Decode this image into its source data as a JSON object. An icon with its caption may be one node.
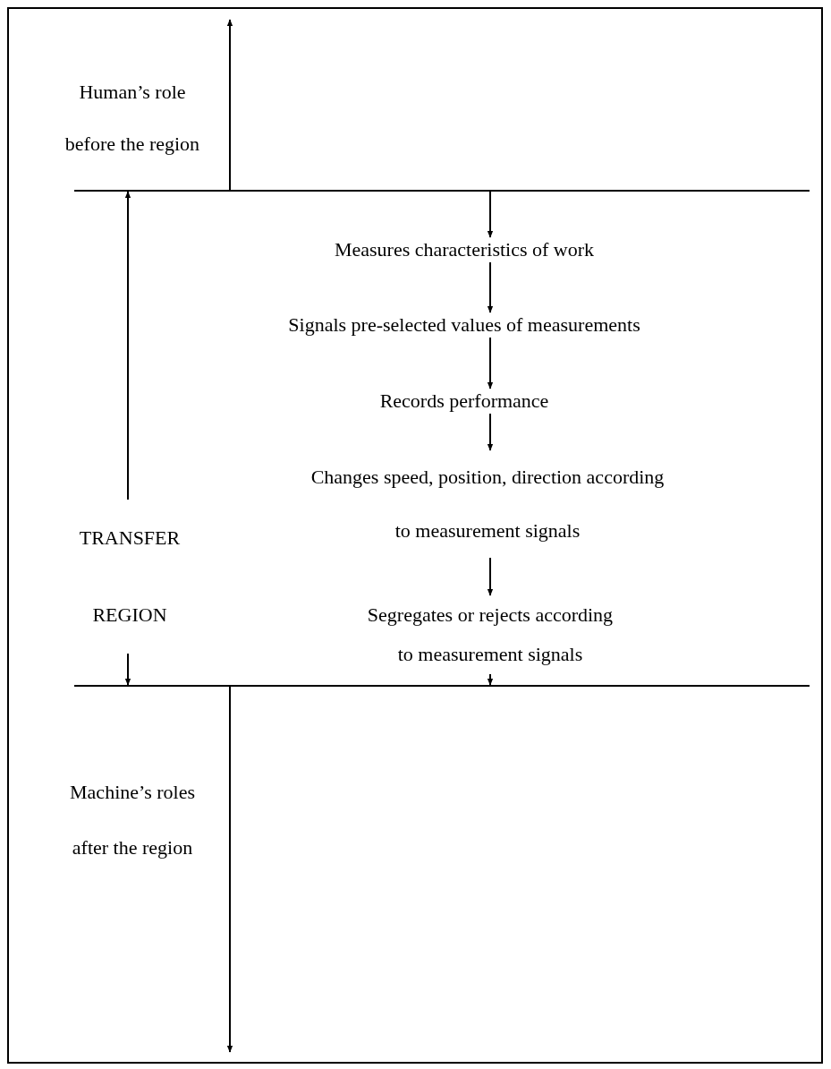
{
  "diagram": {
    "nodes": [
      {
        "text": [],
        "shape": "bar"
      },
      {
        "text": [
          "Measures characteristics of work"
        ]
      },
      {
        "text": [
          "Signals pre-selected values of measurements"
        ]
      },
      {
        "text": [
          "Records performance"
        ]
      },
      {
        "text": [
          "Changes speed, position, direction according to measurement signals"
        ]
      },
      {
        "text": [
          "Segregates or rejects according to measurement signals"
        ]
      },
      {
        "text": [],
        "shape": "bar"
      }
    ],
    "edges": [
      {
        "from": 0,
        "to": null,
        "arrow": "to"
      },
      {
        "from": 0,
        "to": 6,
        "arrow": "both",
        "label": "TRANSFER REGION"
      },
      {
        "from": 0,
        "to": 1,
        "arrow": "to"
      },
      {
        "from": 1,
        "to": 2,
        "arrow": "to"
      },
      {
        "from": 2,
        "to": 3,
        "arrow": "to"
      },
      {
        "from": 3,
        "to": 4,
        "arrow": "to"
      },
      {
        "from": 4,
        "to": 5,
        "arrow": "to"
      },
      {
        "from": 5,
        "to": 6,
        "arrow": "to"
      },
      {
        "from": 6,
        "to": null,
        "arrow": "to"
      }
    ],
    "labels": [
      "Human’s role before the region",
      "Machine’s roles after the region"
    ]
  }
}
